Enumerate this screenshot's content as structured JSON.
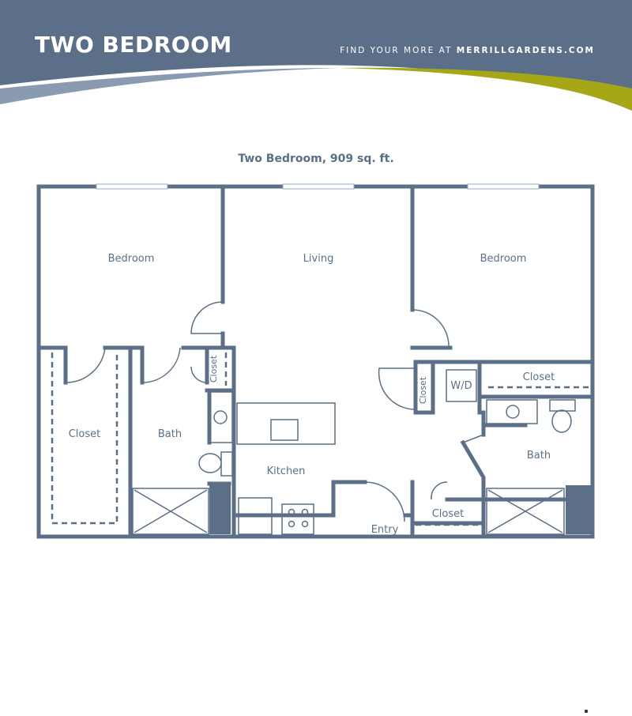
{
  "header": {
    "title": "TWO BEDROOM",
    "tagline_prefix": "FIND YOUR MORE AT ",
    "tagline_site": "MERRILLGARDENS.COM"
  },
  "plan": {
    "caption": "Two Bedroom, 909 sq. ft.",
    "rooms": {
      "bedroom_left": "Bedroom",
      "living": "Living",
      "bedroom_right": "Bedroom",
      "closet_left_walkin": "Closet",
      "bath_left": "Bath",
      "closet_small_left": "Closet",
      "kitchen": "Kitchen",
      "closet_mid": "Closet",
      "washer_dryer": "W/D",
      "closet_right_bedroom": "Closet",
      "bath_right": "Bath",
      "entry": "Entry",
      "closet_entry": "Closet"
    }
  },
  "colors": {
    "header_blue": "#5b6f88",
    "accent_olive": "#a6a717",
    "wall": "#5b6f88"
  }
}
